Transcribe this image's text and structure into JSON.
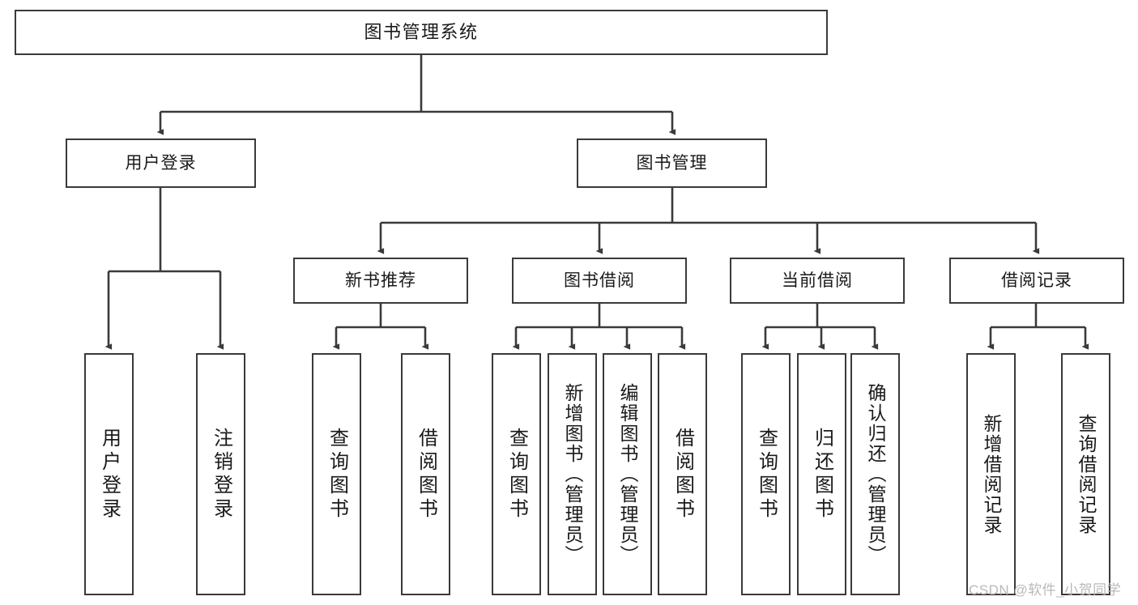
{
  "diagram": {
    "title": "图书管理系统",
    "type": "hierarchy-tree",
    "watermark": "CSDN @软件_小贺同学",
    "colors": {
      "background": "#ffffff",
      "box_border": "#3a3a3a",
      "box_fill": "#ffffff",
      "edge": "#3a3a3a",
      "text": "#1a1a1a",
      "watermark": "#b9b9b9"
    },
    "nodes": {
      "root": {
        "label": "图书管理系统"
      },
      "level2": [
        {
          "id": "user-login",
          "label": "用户登录"
        },
        {
          "id": "book-manage",
          "label": "图书管理"
        }
      ],
      "level3": [
        {
          "id": "new-book-recommend",
          "label": "新书推荐"
        },
        {
          "id": "book-borrow",
          "label": "图书借阅"
        },
        {
          "id": "current-borrow",
          "label": "当前借阅"
        },
        {
          "id": "borrow-record",
          "label": "借阅记录"
        }
      ],
      "leaves": {
        "user_login": [
          {
            "id": "leaf-user-login",
            "label": "用户登录"
          },
          {
            "id": "leaf-logout-login",
            "label": "注销登录"
          }
        ],
        "new_book_recommend": [
          {
            "id": "leaf-query-book-1",
            "label": "查询图书"
          },
          {
            "id": "leaf-borrow-book-1",
            "label": "借阅图书"
          }
        ],
        "book_borrow": [
          {
            "id": "leaf-query-book-2",
            "label": "查询图书"
          },
          {
            "id": "leaf-add-book",
            "label": "新增图书（管理员）"
          },
          {
            "id": "leaf-edit-book",
            "label": "编辑图书（管理员）"
          },
          {
            "id": "leaf-borrow-book-2",
            "label": "借阅图书"
          }
        ],
        "current_borrow": [
          {
            "id": "leaf-query-book-3",
            "label": "查询图书"
          },
          {
            "id": "leaf-return-book",
            "label": "归还图书"
          },
          {
            "id": "leaf-confirm-return",
            "label": "确认归还（管理员）"
          }
        ],
        "borrow_record": [
          {
            "id": "leaf-add-record",
            "label": "新增借阅记录"
          },
          {
            "id": "leaf-query-record",
            "label": "查询借阅记录"
          }
        ]
      }
    }
  }
}
